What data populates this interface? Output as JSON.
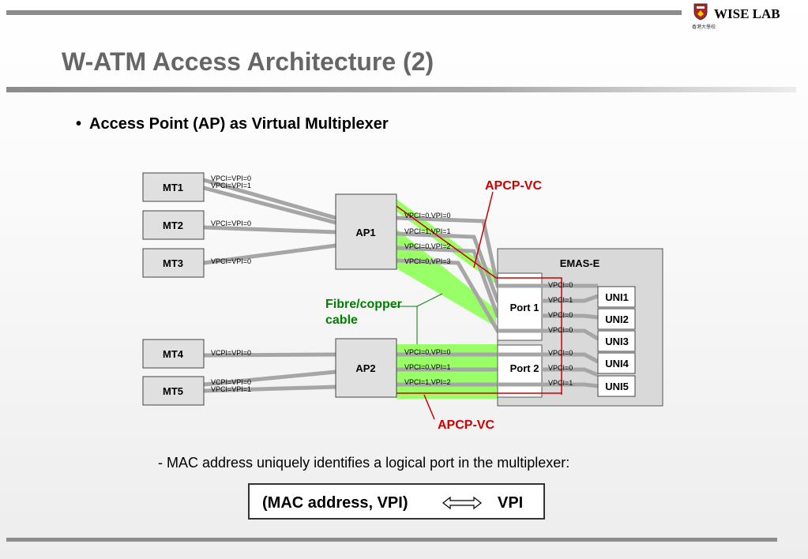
{
  "header": {
    "logo_text": "WISE LAB",
    "logo_subtext": "香港大學校",
    "title": "W-ATM Access Architecture (2)"
  },
  "bullet": "Access Point (AP) as Virtual Multiplexer",
  "diagram": {
    "mobile_terminals": [
      {
        "label": "MT1",
        "vc_labels": [
          "VPCI=VPI=0",
          "VPCI=VPI=1"
        ]
      },
      {
        "label": "MT2",
        "vc_labels": [
          "VPCI=VPI=0"
        ]
      },
      {
        "label": "MT3",
        "vc_labels": [
          "VPCI=VPI=0"
        ]
      },
      {
        "label": "MT4",
        "vc_labels": [
          "VCPI=VPI=0"
        ]
      },
      {
        "label": "MT5",
        "vc_labels": [
          "VCPI=VPI=0",
          "VPCI=VPI=1"
        ]
      }
    ],
    "access_points": [
      {
        "label": "AP1",
        "trunk_labels": [
          "VPCI=0,VPI=0",
          "VPCI=1,VPI=1",
          "VPCI=0,VPI=2",
          "VPCI=0,VPI=3"
        ]
      },
      {
        "label": "AP2",
        "trunk_labels": [
          "VPCI=0,VPI=0",
          "VPCI=0,VPI=1",
          "VPCI=1,VPI=2"
        ]
      }
    ],
    "switch": {
      "label": "EMAS-E",
      "ports": [
        "Port 1",
        "Port 2"
      ],
      "port1_vc_labels": [
        "VPCI=0",
        "VPCI=1",
        "VPCI=0",
        "VPCI=0"
      ],
      "port2_vc_labels": [
        "VPCI=0",
        "VPCI=0",
        "VPCI=1"
      ],
      "unis": [
        "UNI1",
        "UNI2",
        "UNI3",
        "UNI4",
        "UNI5"
      ]
    },
    "annotations": {
      "apcp_vc_top": "APCP-VC",
      "apcp_vc_bottom": "APCP-VC",
      "cable_line1": "Fibre/copper",
      "cable_line2": "cable"
    },
    "colors": {
      "link": "#a6a6a6",
      "cable": "#99ff66",
      "apcp": "#cc0000",
      "cable_text": "#008000",
      "box_fill": "#e0e0e0",
      "switch_fill": "#d9d9d9"
    }
  },
  "note": "-  MAC address uniquely identifies a logical port in the multiplexer:",
  "formula": {
    "left": "(MAC address, VPI)",
    "right": "VPI"
  }
}
